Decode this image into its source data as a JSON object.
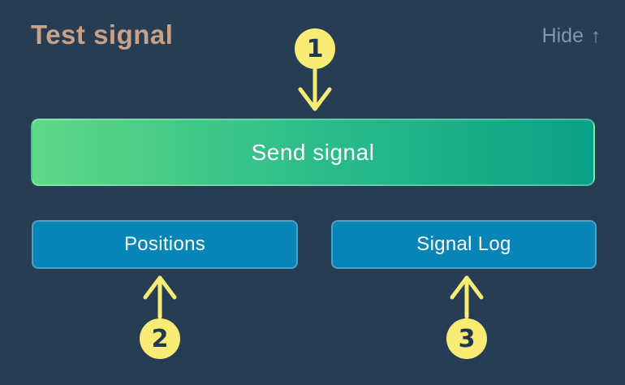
{
  "header": {
    "title": "Test signal",
    "hide_label": "Hide",
    "hide_arrow": "↑"
  },
  "buttons": {
    "send_label": "Send signal",
    "positions_label": "Positions",
    "signal_log_label": "Signal Log"
  },
  "callouts": [
    {
      "number": "1",
      "points_to": "send-signal-button"
    },
    {
      "number": "2",
      "points_to": "positions-button"
    },
    {
      "number": "3",
      "points_to": "signal-log-button"
    }
  ],
  "colors": {
    "background": "#273d54",
    "title_text": "#c9a186",
    "hide_text": "#8795ab",
    "send_gradient_start": "#5ed886",
    "send_gradient_end": "#0aa287",
    "blue_button_fill": "#0885b7",
    "blue_button_border": "#4f9fc8",
    "button_text": "#ffffff",
    "callout_yellow": "#f8ec74",
    "callout_number": "#21374e"
  }
}
